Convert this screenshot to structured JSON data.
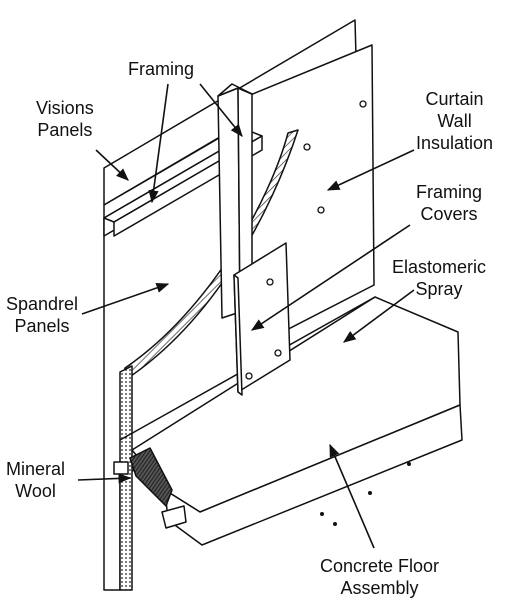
{
  "colors": {
    "ink": "#111111",
    "paper": "#ffffff",
    "hatch": "#333333"
  },
  "labels": {
    "framing": [
      "Framing"
    ],
    "visions_panels": [
      "Visions",
      "Panels"
    ],
    "curtain_wall_insulation": [
      "Curtain",
      "Wall",
      "Insulation"
    ],
    "framing_covers": [
      "Framing",
      "Covers"
    ],
    "elastomeric_spray": [
      "Elastomeric",
      "Spray"
    ],
    "spandrel_panels": [
      "Spandrel",
      "Panels"
    ],
    "mineral_wool": [
      "Mineral",
      "Wool"
    ],
    "concrete_floor_assembly": [
      "Concrete Floor",
      "Assembly"
    ]
  }
}
